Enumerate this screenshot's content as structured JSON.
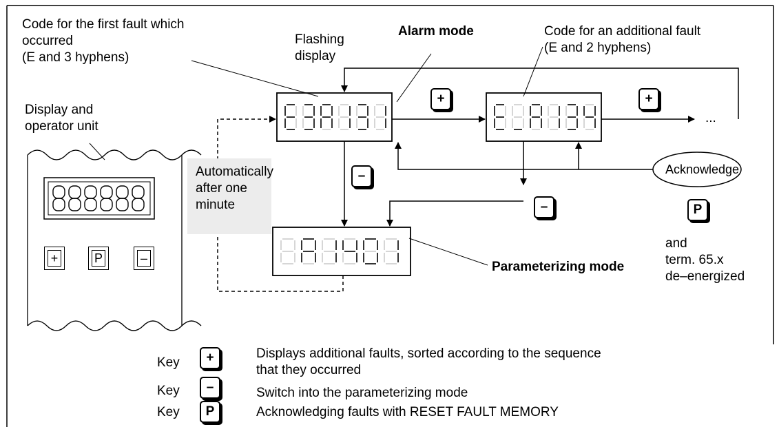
{
  "labels": {
    "first_fault": [
      "Code for the first fault which",
      "occurred",
      "(E and 3 hyphens)"
    ],
    "flashing": [
      "Flashing",
      "display"
    ],
    "alarm_mode": "Alarm mode",
    "additional_fault": [
      "Code for an additional fault",
      "(E and 2 hyphens)"
    ],
    "display_unit": [
      "Display and",
      "operator unit"
    ],
    "auto": [
      "Automatically",
      "after one",
      "minute"
    ],
    "acknowledge": "Acknowledge",
    "ellipsis": "...",
    "param_mode": "Parameterizing mode",
    "p_note": [
      "and",
      "term. 65.x",
      "de–energized"
    ]
  },
  "keys": {
    "plus": "+",
    "minus": "–",
    "p": "P"
  },
  "panel_buttons": [
    "+",
    "P",
    "–"
  ],
  "legend": [
    {
      "prefix": "Key",
      "key": "+",
      "text": [
        "Displays additional faults, sorted according to the sequence",
        "that they occurred"
      ]
    },
    {
      "prefix": "Key",
      "key": "–",
      "text": [
        "Switch into the parameterizing mode"
      ]
    },
    {
      "prefix": "Key",
      "key": "P",
      "text": [
        "Acknowledging faults with RESET FAULT MEMORY"
      ]
    }
  ],
  "displays": {
    "first_code": "E3A131",
    "additional_code": "E_A134",
    "param_code": "A1401"
  }
}
